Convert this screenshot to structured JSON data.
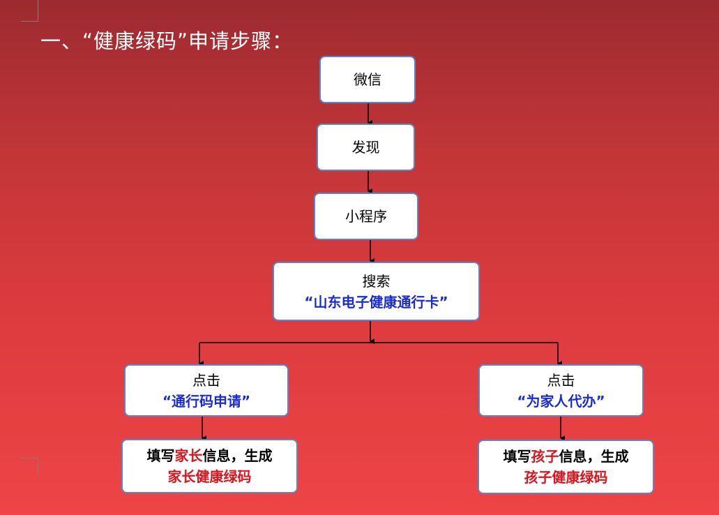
{
  "title": "一、“健康绿码”申请步骤：",
  "steps": {
    "wechat": "微信",
    "discover": "发现",
    "mini_program": "小程序",
    "search": {
      "label": "搜索",
      "query": "“山东电子健康通行卡”"
    },
    "left_click": {
      "label": "点击",
      "option": "“通行码申请”"
    },
    "right_click": {
      "label": "点击",
      "option": "“为家人代办”"
    },
    "left_fill": {
      "prefix": "填写",
      "highlight": "家长",
      "suffix": "信息，生成",
      "result": "家长健康绿码"
    },
    "right_fill": {
      "prefix": "填写",
      "highlight": "孩子",
      "suffix": "信息，生成",
      "result": "孩子健康绿码"
    }
  },
  "colors": {
    "box_border": "#5b86c8",
    "highlight_blue": "#1b2bd6",
    "highlight_red": "#e0121b",
    "background": "#dc3b3e"
  }
}
